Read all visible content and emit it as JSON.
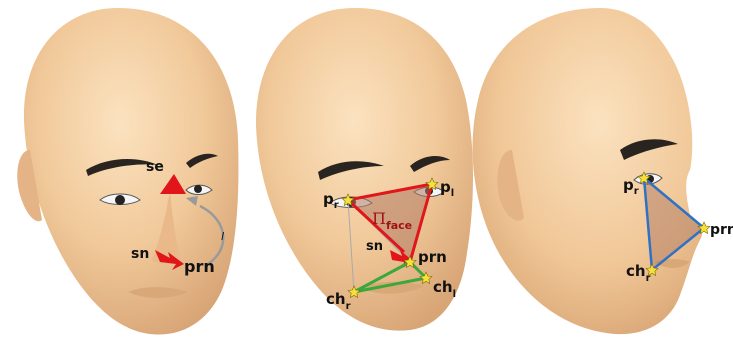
{
  "colors": {
    "skin": "#f1c99a",
    "skin_light": "#f8dcb5",
    "skin_shadow": "#d9a878",
    "brow": "#2a2420",
    "eye_white": "#f5f5f5",
    "eye_dark": "#222222",
    "red": "#e0161b",
    "dark_red": "#a11216",
    "green": "#3aa83a",
    "blue": "#2f72c5",
    "star": "#f5e03c",
    "plane_fill": "#b07a64",
    "grey": "#9a9a9a"
  },
  "panel1": {
    "label_se": "se",
    "label_sn": "sn",
    "label_prn": "prn",
    "label_l": "l"
  },
  "panel2": {
    "pr_base": "p",
    "pr_sub": "r",
    "pl_base": "p",
    "pl_sub": "l",
    "pi_symbol": "Π",
    "pi_sub": "face",
    "label_sn": "sn",
    "label_prn": "prn",
    "chr_base": "ch",
    "chr_sub": "r",
    "chl_base": "ch",
    "chl_sub": "l"
  },
  "panel3": {
    "pr_base": "p",
    "pr_sub": "r",
    "label_prn": "prn",
    "chr_base": "ch",
    "chr_sub": "r"
  }
}
